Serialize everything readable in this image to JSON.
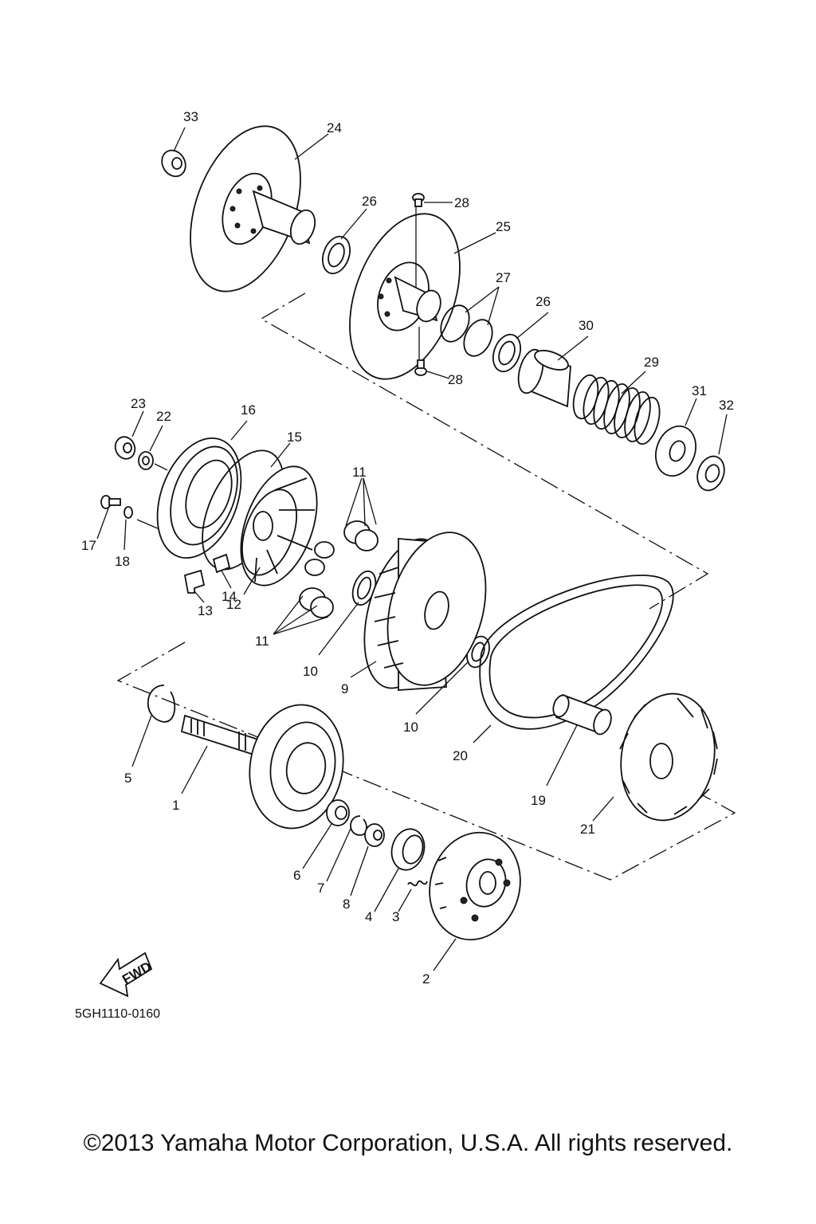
{
  "diagram_code": "5GH1110-0160",
  "copyright": "©2013 Yamaha Motor Corporation, U.S.A. All rights reserved.",
  "fwd_label": "FWD",
  "callouts": {
    "c1": "1",
    "c2": "2",
    "c3": "3",
    "c4": "4",
    "c5": "5",
    "c6": "6",
    "c7": "7",
    "c8": "8",
    "c9": "9",
    "c10a": "10",
    "c10b": "10",
    "c11a": "11",
    "c11b": "11",
    "c12": "12",
    "c13": "13",
    "c14": "14",
    "c15": "15",
    "c16": "16",
    "c17": "17",
    "c18": "18",
    "c19": "19",
    "c20": "20",
    "c21": "21",
    "c22": "22",
    "c23": "23",
    "c24": "24",
    "c25": "25",
    "c26a": "26",
    "c26b": "26",
    "c27": "27",
    "c28a": "28",
    "c28b": "28",
    "c29": "29",
    "c30": "30",
    "c31": "31",
    "c32": "32",
    "c33": "33"
  }
}
